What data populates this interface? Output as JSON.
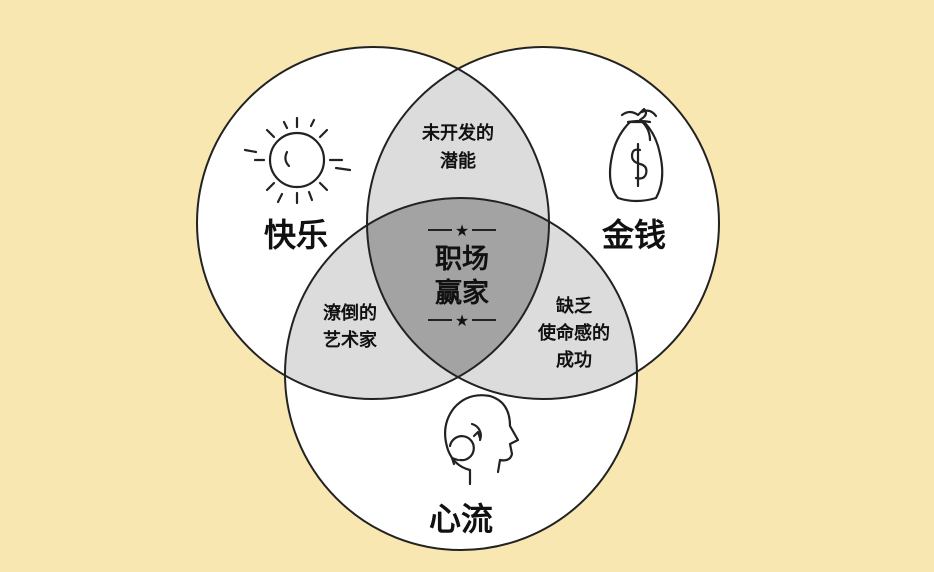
{
  "diagram": {
    "circles": {
      "top_left": {
        "label": "快乐",
        "icon": "sun-icon"
      },
      "top_right": {
        "label": "金钱",
        "icon": "money-bag-icon"
      },
      "bottom": {
        "label": "心流",
        "icon": "head-cycle-icon"
      }
    },
    "intersections": {
      "happiness_money": {
        "lines": [
          "未开发的",
          "潜能"
        ]
      },
      "happiness_flow": {
        "lines": [
          "潦倒的",
          "艺术家"
        ]
      },
      "money_flow": {
        "lines": [
          "缺乏",
          "使命感的",
          "成功"
        ]
      },
      "center": {
        "lines": [
          "职场",
          "赢家"
        ],
        "ornament": "★"
      }
    },
    "colors": {
      "background": "#f8e7b0",
      "circle_fill": "#ffffff",
      "pair_overlap": "#dcdcdc",
      "triple_overlap": "#a3a3a3",
      "stroke": "#222222"
    }
  }
}
